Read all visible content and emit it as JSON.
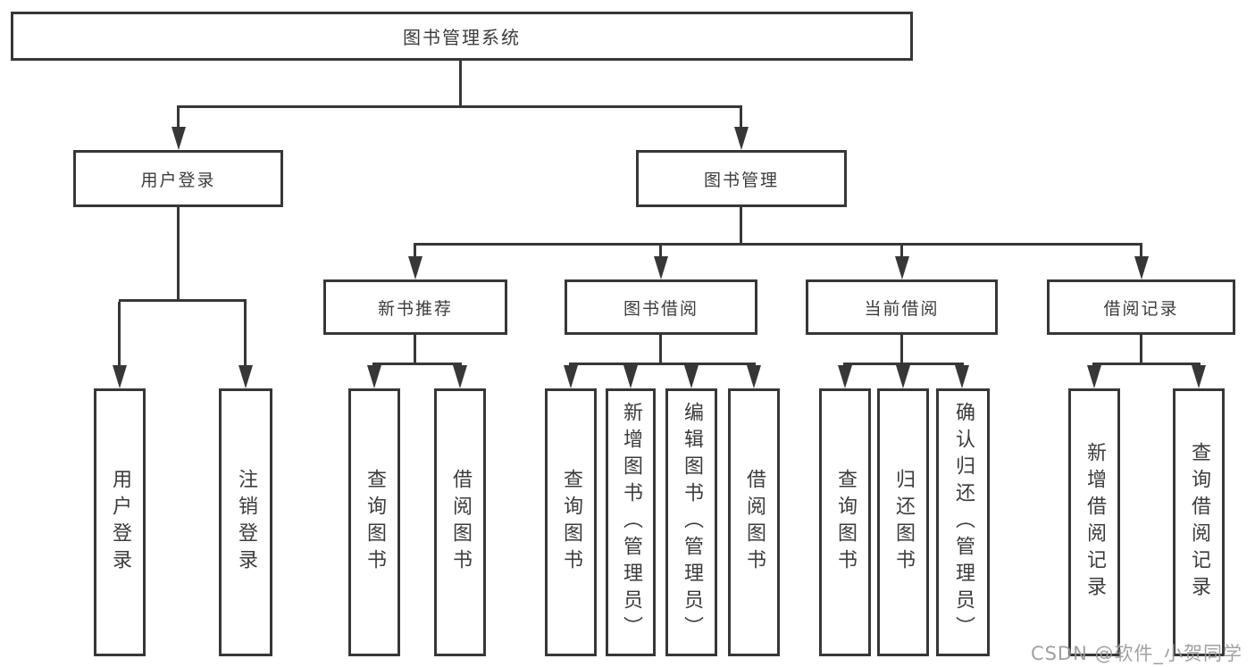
{
  "diagram_title": "图书管理系统",
  "nodes": {
    "root": "图书管理系统",
    "user_login": "用户登录",
    "book_mgmt": "图书管理",
    "new_book_rec": "新书推荐",
    "book_borrow": "图书借阅",
    "current_borrow": "当前借阅",
    "borrow_records": "借阅记录",
    "leaf_user_login": "用户登录",
    "leaf_logout": "注销登录",
    "leaf_query_book_rec": "查询图书",
    "leaf_borrow_book_rec": "借阅图书",
    "leaf_query_book_borrow": "查询图书",
    "leaf_add_book_admin": "新增图书（管理员）",
    "leaf_edit_book_admin": "编辑图书（管理员）",
    "leaf_borrow_book_borrow": "借阅图书",
    "leaf_query_book_current": "查询图书",
    "leaf_return_book": "归还图书",
    "leaf_confirm_return_admin": "确认归还（管理员）",
    "leaf_add_borrow_record": "新增借阅记录",
    "leaf_query_borrow_record": "查询借阅记录"
  },
  "colors": {
    "line": "#373737",
    "text": "#3c3c3c",
    "watermark": "#989898",
    "background": "#ffffff"
  },
  "watermark": "CSDN @软件_小贺同学"
}
